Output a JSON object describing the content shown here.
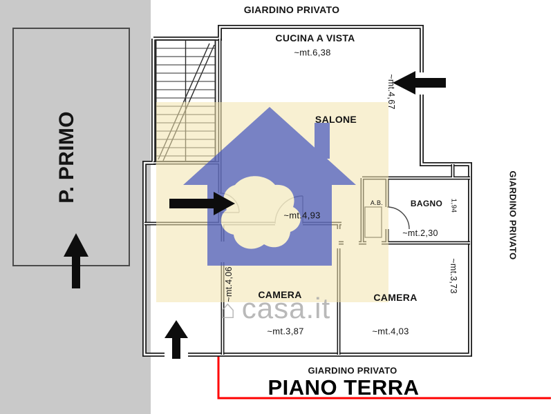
{
  "title": "PIANO TERRA",
  "plan": {
    "garden_top": "GIARDINO PRIVATO",
    "garden_right": "GIARDINO PRIVATO",
    "garden_bottom": "GIARDINO PRIVATO",
    "floor_side": "P. PRIMO",
    "rooms": {
      "kitchen": "CUCINA A VISTA",
      "living": "SALONE",
      "bath": "BAGNO",
      "antibath": "A.B.",
      "bedroom1": "CAMERA",
      "bedroom2": "CAMERA"
    },
    "dimensions": {
      "kitchen_w": "~mt.6,38",
      "right_top": "~mt.4,67",
      "living_w": "~mt.4,93",
      "bath_w": "~mt.2,30",
      "bath_niche": "1,94",
      "bedroom1_h": "~mt.4,06",
      "bedroom2_h": "~mt.3,73",
      "bedroom1_w": "~mt.3,87",
      "bedroom2_w": "~mt.4,03"
    }
  },
  "watermark": {
    "house_icon": "⌂",
    "brand": "casa.it"
  },
  "colors": {
    "accent_red": "#ff0000",
    "watermark_blue": "#3d4fbe",
    "watermark_yellow": "#f2e3ad",
    "panel_gray": "#c9c9c9",
    "wall_black": "#1c1c1c"
  }
}
